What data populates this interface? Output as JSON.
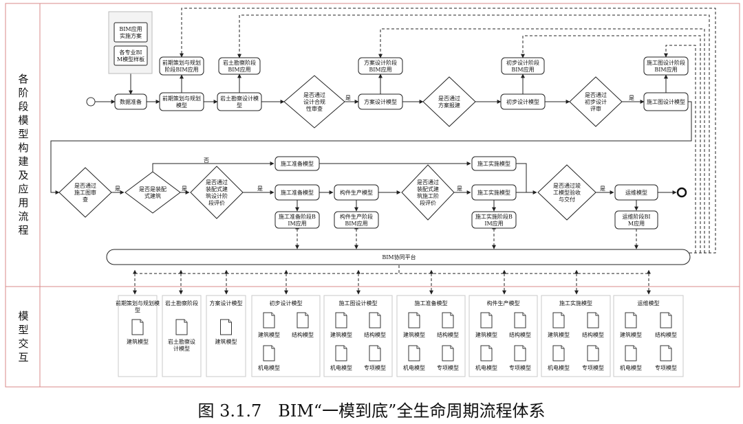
{
  "lanes": {
    "top": "各阶段模型构建及应用流程",
    "bottom": "模型交互"
  },
  "resources": [
    "BIM应用实施方案",
    "各专业BIM模型样板"
  ],
  "nodes": {
    "data_prep": "数据准备",
    "pre_plan_model": "前期策划与规划模型",
    "pre_plan_app": "前期策划与规划阶段BIM应用",
    "geo_model": "岩土勘察设计模型",
    "geo_app": "岩土勘察阶段BIM应用",
    "scheme_model": "方案设计模型",
    "scheme_app": "方案设计阶段BIM应用",
    "prelim_model": "初步设计模型",
    "prelim_app": "初步设计阶段BIM应用",
    "cd_model": "施工图设计模型",
    "cd_app": "施工图设计阶段BIM应用",
    "prep_model_top": "施工准备模型",
    "prep_model": "施工准备模型",
    "prep_app": "施工准备阶段BIM应用",
    "fab_model": "构件生产模型",
    "fab_app": "构件生产阶段BIM应用",
    "impl_model_top": "施工实施模型",
    "impl_model": "施工实施模型",
    "impl_app": "施工实施阶段BIM应用",
    "om_model": "运维模型",
    "om_app": "运维阶段BIM应用",
    "platform": "BIM协同平台"
  },
  "decisions": {
    "d1": "是否通过设计合规性审查",
    "d2": "是否通过方案报建",
    "d3": "是否通过初步设计评审",
    "d4": "是否通过施工图审查",
    "d5": "是否是装配式建筑",
    "d6": "是否通过装配式建筑设计阶段评价",
    "d7": "是否通过装配式建筑施工阶段评价",
    "d8": "是否通过竣工模型验收与交付"
  },
  "labels": {
    "yes": "是",
    "no": "否"
  },
  "groups": [
    {
      "title": "前期策划与规划模型",
      "docs": [
        "建筑模型"
      ]
    },
    {
      "title": "岩土勘察阶段",
      "docs": [
        "岩土勘察设计模型"
      ]
    },
    {
      "title": "方案设计模型",
      "docs": [
        "建筑模型"
      ]
    },
    {
      "title": "初步设计模型",
      "docs": [
        "建筑模型",
        "结构模型",
        "机电模型"
      ]
    },
    {
      "title": "施工图设计模型",
      "docs": [
        "建筑模型",
        "结构模型",
        "机电模型",
        "专项模型"
      ]
    },
    {
      "title": "施工准备模型",
      "docs": [
        "建筑模型",
        "结构模型",
        "机电模型",
        "专项模型"
      ]
    },
    {
      "title": "构件生产模型",
      "docs": [
        "建筑模型",
        "结构模型",
        "机电模型",
        "专项模型"
      ]
    },
    {
      "title": "施工实施模型",
      "docs": [
        "建筑模型",
        "结构模型",
        "机电模型",
        "专项模型"
      ]
    },
    {
      "title": "运维模型",
      "docs": [
        "建筑模型",
        "结构模型",
        "机电模型",
        "专项模型"
      ]
    }
  ],
  "caption": "图 3.1.7　BIM“一模到底”全生命周期流程体系"
}
